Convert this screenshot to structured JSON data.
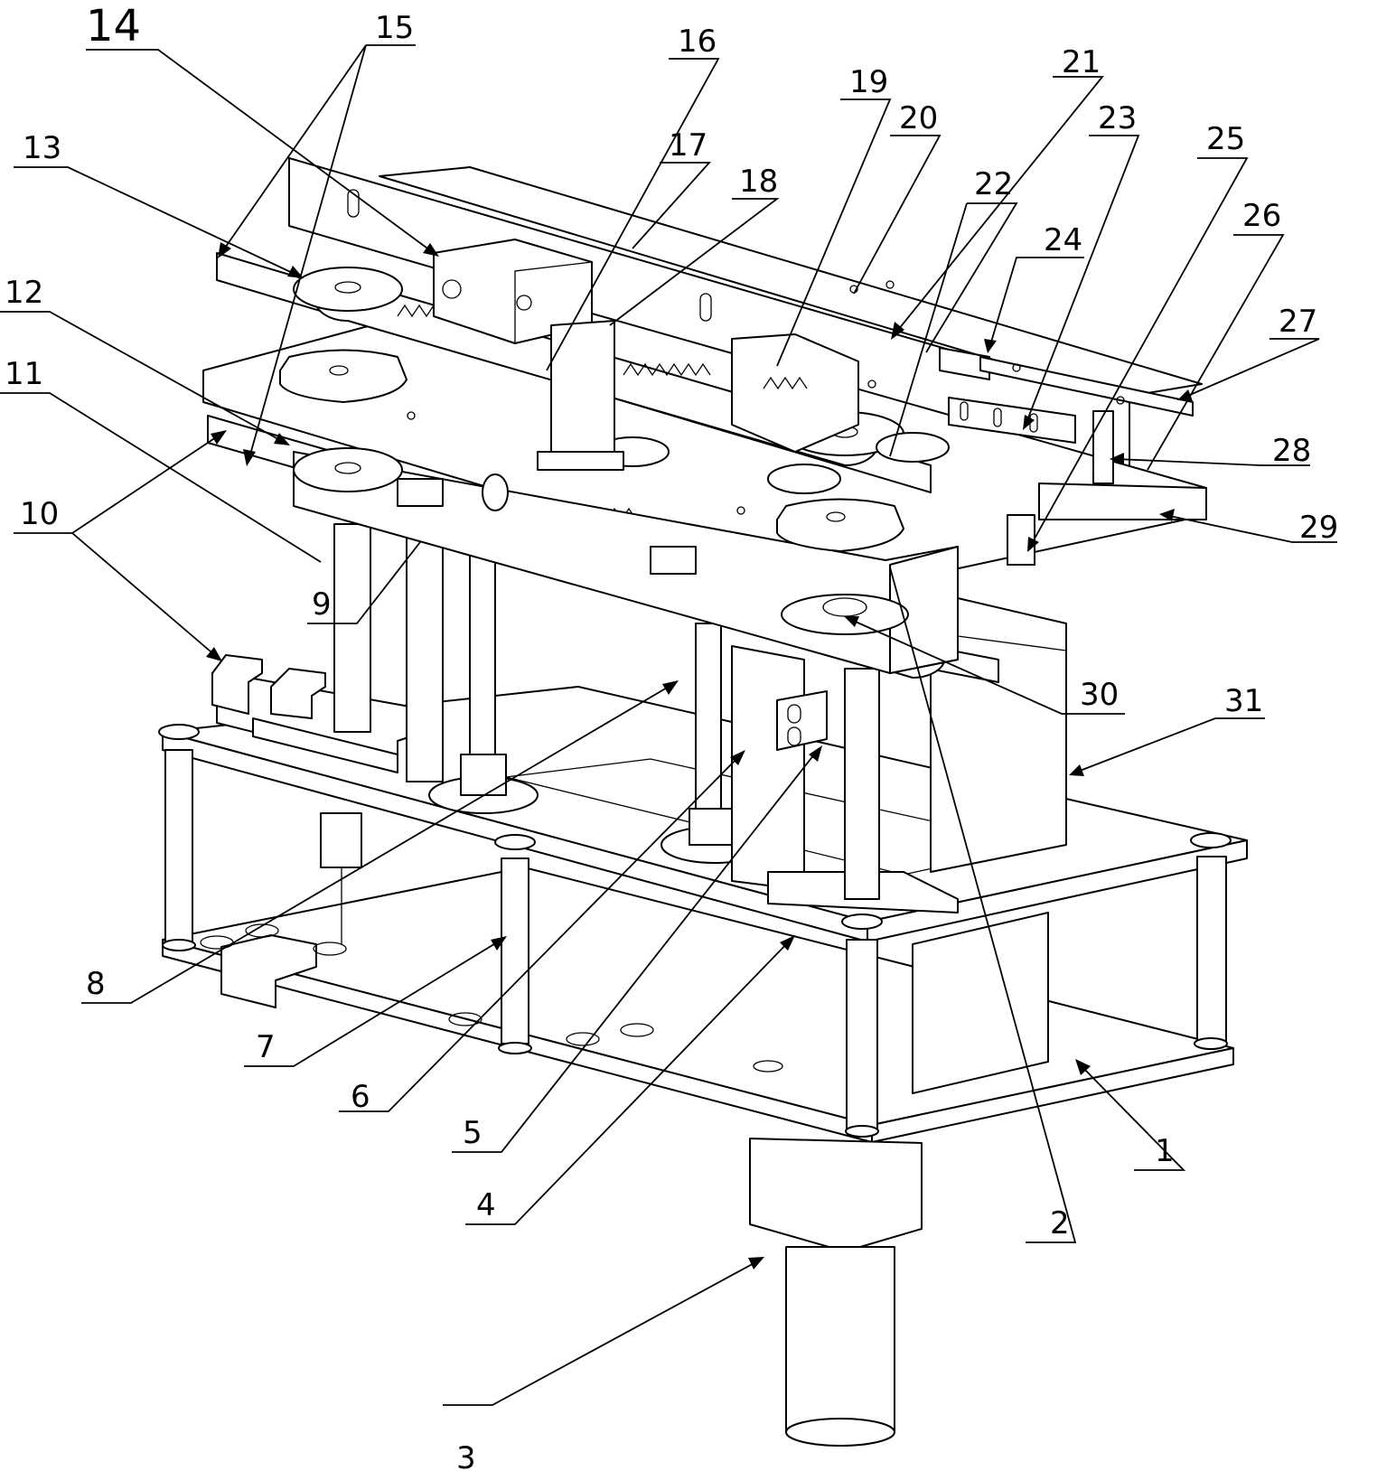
{
  "figure": {
    "title": "Mechanical assembly drawing",
    "labels": {
      "l1": "1",
      "l2": "2",
      "l3": "3",
      "l4": "4",
      "l5": "5",
      "l6": "6",
      "l7": "7",
      "l8": "8",
      "l9": "9",
      "l10": "10",
      "l11": "11",
      "l12": "12",
      "l13": "13",
      "l14": "14",
      "l15": "15",
      "l16": "16",
      "l17": "17",
      "l18": "18",
      "l19": "19",
      "l20": "20",
      "l21": "21",
      "l22": "22",
      "l23": "23",
      "l24": "24",
      "l25": "25",
      "l26": "26",
      "l27": "27",
      "l28": "28",
      "l29": "29",
      "l30": "30",
      "l31": "31"
    }
  }
}
